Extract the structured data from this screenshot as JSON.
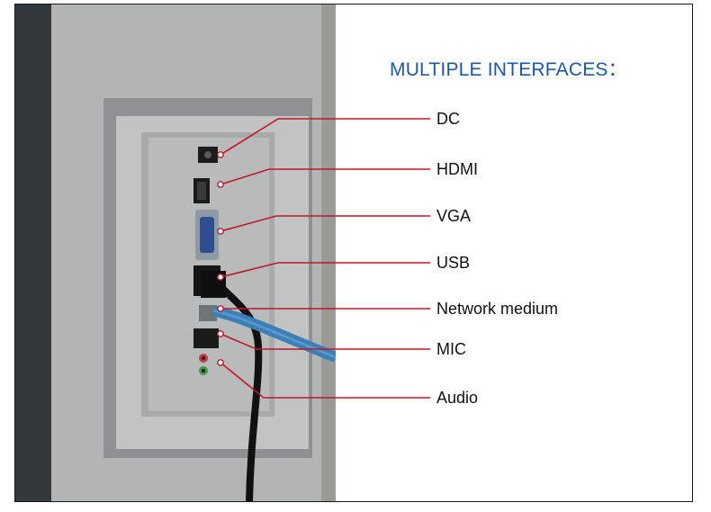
{
  "title": "MULTIPLE INTERFACES：",
  "interfaces": [
    {
      "label": "DC"
    },
    {
      "label": "HDMI"
    },
    {
      "label": "VGA"
    },
    {
      "label": "USB"
    },
    {
      "label": "Network medium"
    },
    {
      "label": "MIC"
    },
    {
      "label": "Audio"
    }
  ],
  "colors": {
    "title": "#1f57a6",
    "callout_line": "#c0182b",
    "label_text": "#111111",
    "panel": "#b4b5b5",
    "cable": "#3b7fb8"
  }
}
